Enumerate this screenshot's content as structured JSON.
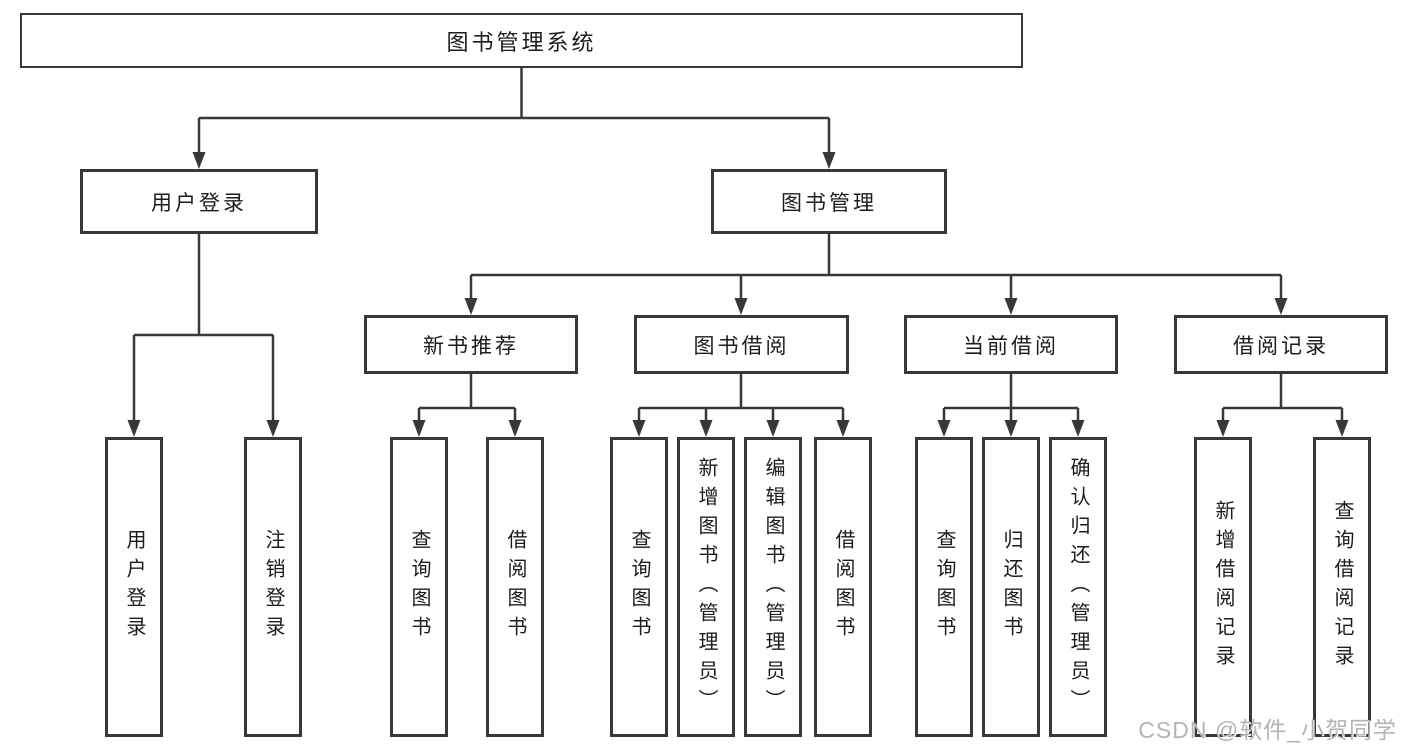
{
  "diagram": {
    "title": "图书管理系统",
    "colors": {
      "line": "#383838",
      "box_border": "#383838",
      "box_fill": "#ffffff",
      "text": "#1c1c1c",
      "watermark": "#b4b4b4"
    },
    "tree": {
      "root": {
        "label": "图书管理系统"
      },
      "branches": [
        {
          "label": "用户登录",
          "children": [
            {
              "label": "用户登录"
            },
            {
              "label": "注销登录"
            }
          ]
        },
        {
          "label": "图书管理",
          "sections": [
            {
              "label": "新书推荐",
              "children": [
                {
                  "label": "查询图书"
                },
                {
                  "label": "借阅图书"
                }
              ]
            },
            {
              "label": "图书借阅",
              "children": [
                {
                  "label": "查询图书"
                },
                {
                  "label": "新增图书（管理员）"
                },
                {
                  "label": "编辑图书（管理员）"
                },
                {
                  "label": "借阅图书"
                }
              ]
            },
            {
              "label": "当前借阅",
              "children": [
                {
                  "label": "查询图书"
                },
                {
                  "label": "归还图书"
                },
                {
                  "label": "确认归还（管理员）"
                }
              ]
            },
            {
              "label": "借阅记录",
              "children": [
                {
                  "label": "新增借阅记录"
                },
                {
                  "label": "查询借阅记录"
                }
              ]
            }
          ]
        }
      ]
    },
    "watermark": "CSDN @软件_小贺同学"
  }
}
